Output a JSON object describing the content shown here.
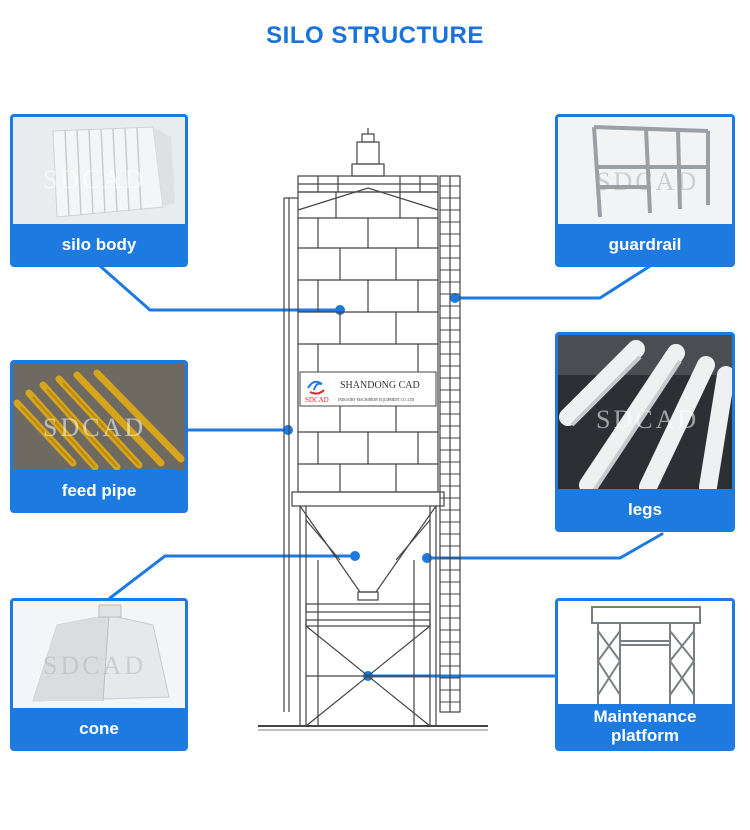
{
  "title": "SILO STRUCTURE",
  "watermark": "SDCAD",
  "sign": {
    "brand": "SHANDONG CAD",
    "sub_brand": "SDCAD",
    "company": "INDUSTRY MACHINERY EQUIPMENT CO.,LTD"
  },
  "components": [
    {
      "id": "silo-body",
      "label": "silo body"
    },
    {
      "id": "feed-pipe",
      "label": "feed pipe"
    },
    {
      "id": "cone",
      "label": "cone"
    },
    {
      "id": "guardrail",
      "label": "guardrail"
    },
    {
      "id": "legs",
      "label": "legs"
    },
    {
      "id": "maintenance-platform",
      "label": "Maintenance platform"
    }
  ],
  "colors": {
    "accent": "#1c7ae0",
    "title": "#1a73d9",
    "connector": "#1c7ae0",
    "drawing": "#444444"
  }
}
